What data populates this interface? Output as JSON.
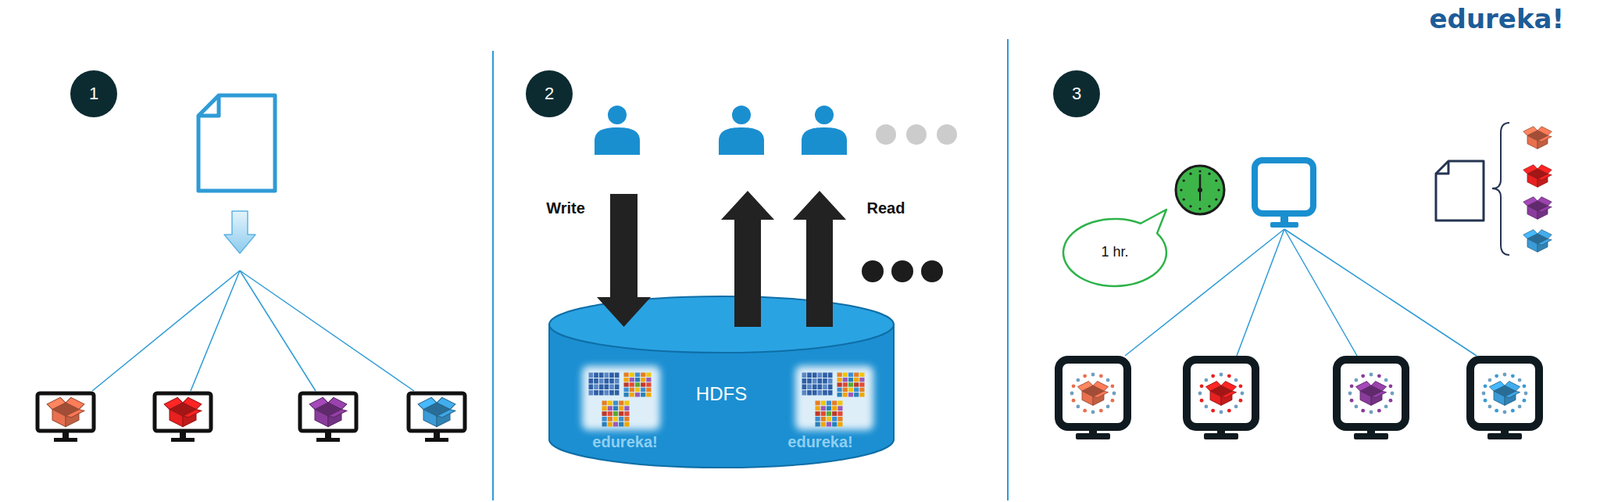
{
  "diagram": {
    "nodes": [
      {
        "text": [
          "1"
        ]
      },
      {
        "text": [
          "2"
        ]
      },
      {
        "text": [
          "HDFS"
        ]
      },
      {
        "text": [
          "3"
        ]
      },
      {
        "text": [
          "1 hr."
        ]
      }
    ],
    "labels": [
      "edureka!",
      "Write",
      "Read",
      "edureka!",
      "edureka!"
    ]
  }
}
